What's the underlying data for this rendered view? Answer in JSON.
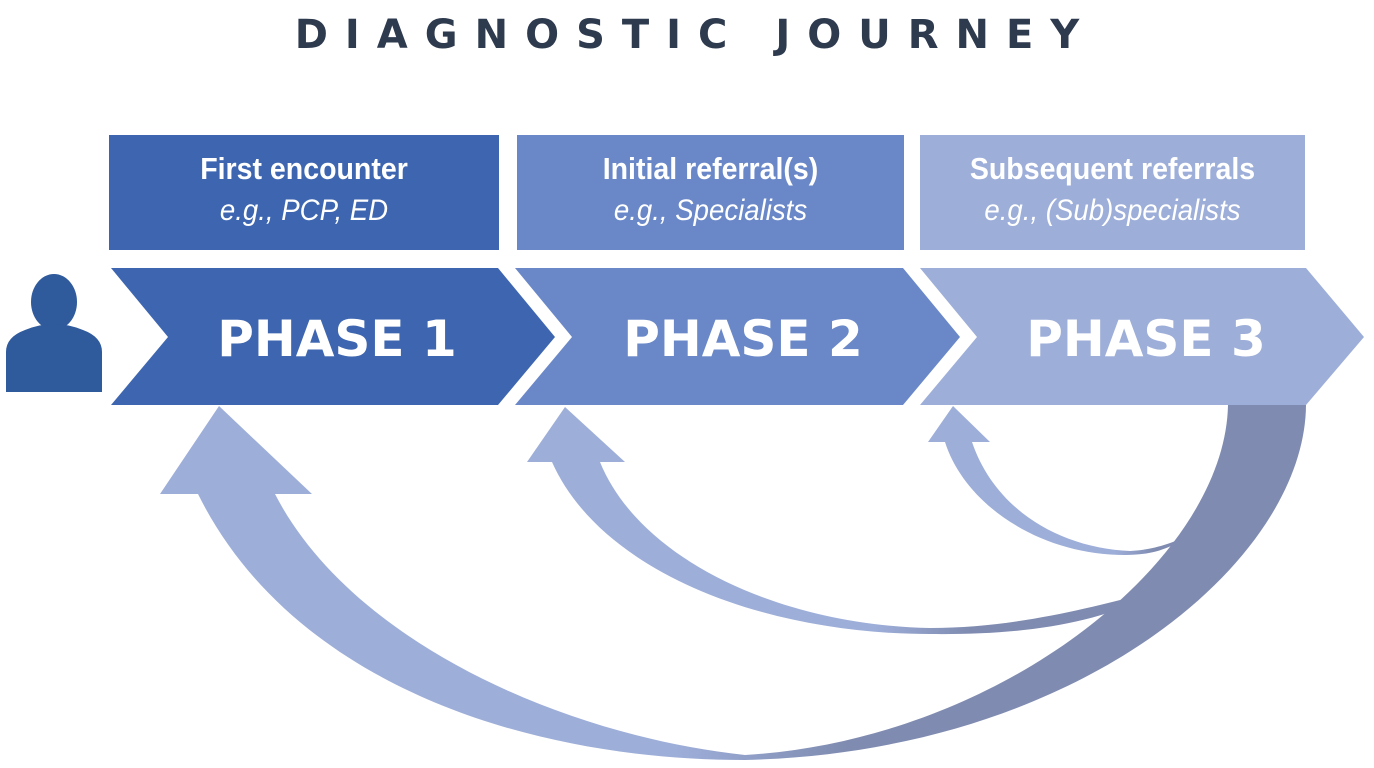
{
  "title": "DIAGNOSTIC JOURNEY",
  "colors": {
    "phase1": "#3E66B0",
    "phase2": "#6A88C8",
    "phase3": "#9DAED9",
    "return_arrow": "#9DAED9",
    "return_band": "#7F8BB0",
    "person": "#2F5A9C",
    "title": "#2E3A4E"
  },
  "patient_icon": "person-icon",
  "phases": [
    {
      "label": "PHASE 1",
      "heading": "First encounter",
      "example": "e.g., PCP, ED"
    },
    {
      "label": "PHASE 2",
      "heading": "Initial referral(s)",
      "example": "e.g., Specialists"
    },
    {
      "label": "PHASE 3",
      "heading": "Subsequent referrals",
      "example": "e.g., (Sub)specialists"
    }
  ],
  "feedback_arrows": [
    {
      "from": "PHASE 3",
      "to": "PHASE 1"
    },
    {
      "from": "PHASE 3",
      "to": "PHASE 2"
    },
    {
      "from": "PHASE 3",
      "to": "PHASE 3"
    }
  ]
}
